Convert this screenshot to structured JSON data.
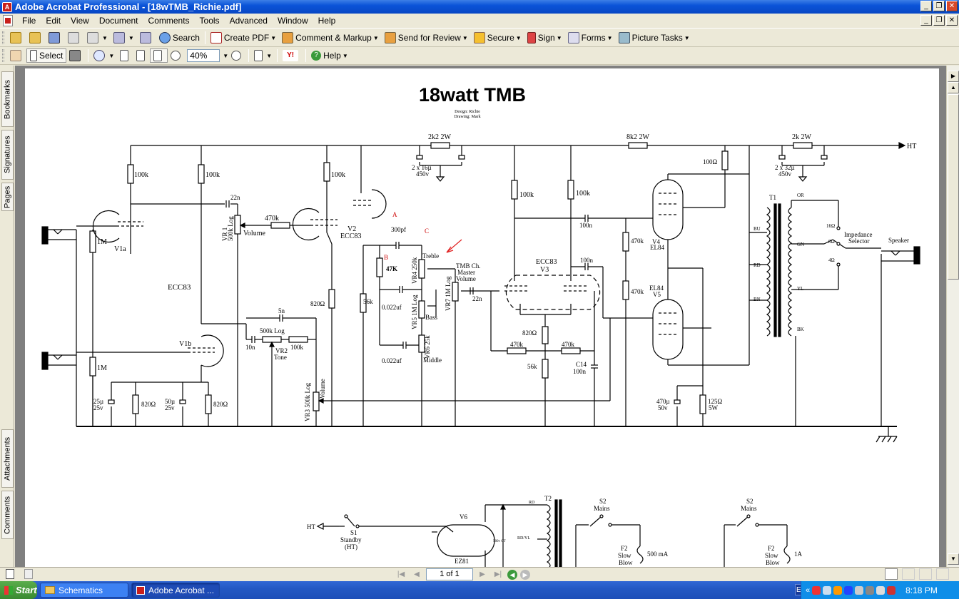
{
  "window": {
    "title": "Adobe Acrobat Professional - [18wTMB_Richie.pdf]",
    "controls": [
      "_",
      "❐",
      "✕"
    ]
  },
  "menubar": [
    "File",
    "Edit",
    "View",
    "Document",
    "Comments",
    "Tools",
    "Advanced",
    "Window",
    "Help"
  ],
  "toolbar1": {
    "search": "Search",
    "create_pdf": "Create PDF",
    "comment_markup": "Comment & Markup",
    "send_review": "Send for Review",
    "secure": "Secure",
    "sign": "Sign",
    "forms": "Forms",
    "picture_tasks": "Picture Tasks"
  },
  "toolbar2": {
    "select": "Select",
    "zoom_value": "40%",
    "help": "Help"
  },
  "nav_tabs": [
    "Bookmarks",
    "Signatures",
    "Pages",
    "Attachments",
    "Comments"
  ],
  "schematic": {
    "title": "18watt TMB",
    "credit_design": "Design: Richie",
    "credit_drawing": "Drawing: Mark",
    "labels": {
      "ht": "HT",
      "r_2k2": "2k2  2W",
      "r_8k2": "8k2  2W",
      "r_2k": "2k  2W",
      "cap_2x16": "2 x 16µ",
      "cap_450v": "450v",
      "cap_2x32": "2 x 32µ",
      "r100k": "100k",
      "r100ohm": "100Ω",
      "c22n": "22n",
      "r470k": "470k",
      "vr1": "VR 1",
      "vr1_val": "500k Log",
      "volume": "Volume",
      "v1a": "V1a",
      "v1b": "V1b",
      "r1m": "1M",
      "v2": "V2",
      "ecc83": "ECC83",
      "ann_a": "A",
      "ann_b": "B",
      "ann_c": "C",
      "c300pf": "300pf",
      "r47k": "47K",
      "vr4": "VR4 250k",
      "treble": "Treble",
      "tmb_master": "TMB Ch.",
      "master": "Master",
      "master_volume": "Volume",
      "c0022": "0.022uf",
      "vr5": "VR5 1M Log",
      "bass": "Bass",
      "vr6": "VR6 25k",
      "middle": "Middle",
      "vr7": "VR7 1M Log",
      "r56k": "56k",
      "r820": "820Ω",
      "v3": "V3",
      "c100n": "100n",
      "c14": "C14",
      "v4": "V4",
      "v5": "V5",
      "el84": "EL84",
      "t1": "T1",
      "or": "OR",
      "gn": "GN",
      "yl": "YL",
      "bk": "BK",
      "bu": "BU",
      "rd": "RD",
      "bn": "BN",
      "ohm16": "16Ω",
      "ohm8": "8Ω",
      "ohm4": "4Ω",
      "impedance": "Impedance",
      "selector": "Selector",
      "speaker": "Speaker",
      "c5n": "5n",
      "r500k_log": "500k Log",
      "c10n": "10n",
      "vr2": "VR2",
      "tone": "Tone",
      "cap25": "25µ",
      "v25": "25v",
      "cap50": "50µ",
      "vr3": "VR3 500k Log",
      "cap470": "470µ",
      "v50": "50v",
      "r125": "125Ω",
      "w5": "5W",
      "s1": "S1",
      "standby": "Standby",
      "ht_paren": "(HT)",
      "v6": "V6",
      "ez81": "EZ81",
      "t2": "T2",
      "s2": "S2",
      "mains": "Mains",
      "f2": "F2",
      "slow": "Slow",
      "blow": "Blow",
      "ma500": "500 mA",
      "a1": "1A",
      "rd_yl": "RD/YL",
      "rd2": "RD",
      "ct580": "580v CT"
    }
  },
  "statusbar": {
    "page_indicator": "1 of 1"
  },
  "taskbar": {
    "start": "Start",
    "items": [
      "Schematics",
      "Adobe Acrobat ..."
    ],
    "lang": "EN",
    "clock": "8:18 PM"
  }
}
